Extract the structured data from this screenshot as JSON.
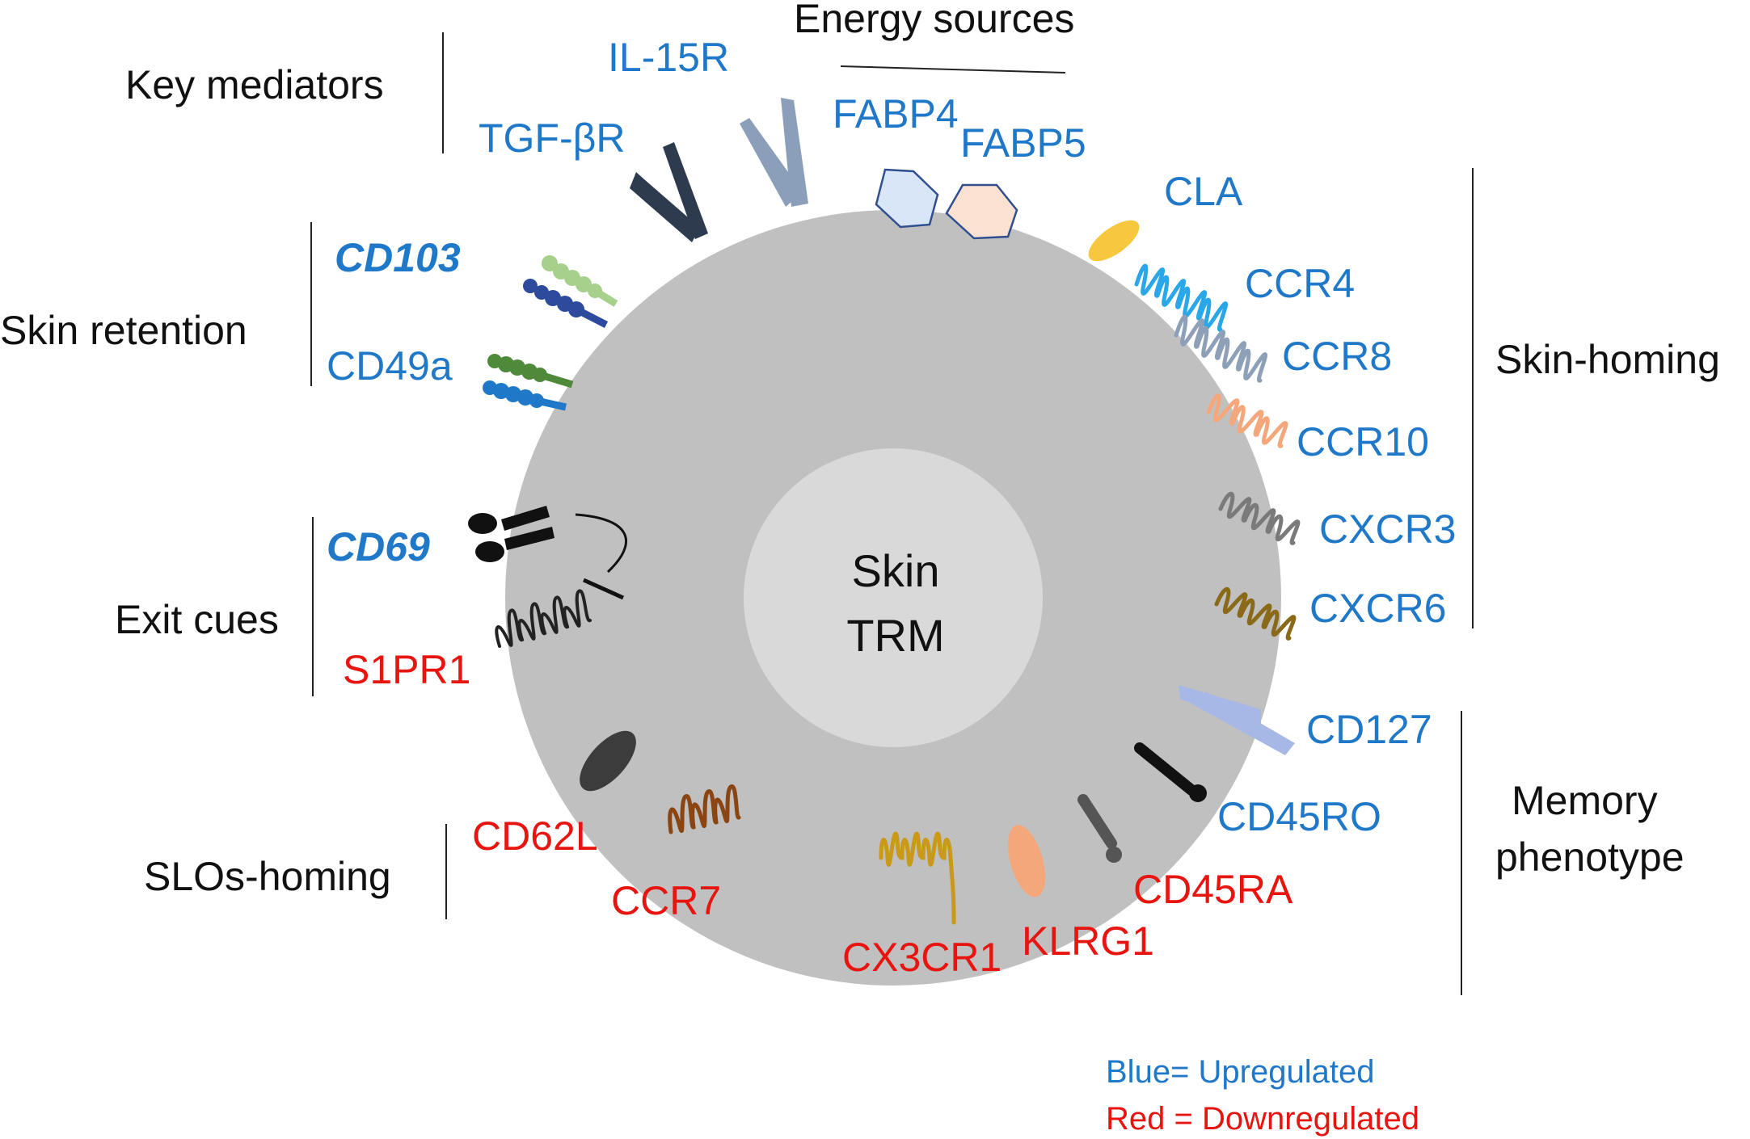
{
  "cell": {
    "line1": "Skin",
    "line2": "TRM"
  },
  "categories": {
    "energy": "Energy sources",
    "mediators": "Key mediators",
    "retention": "Skin retention",
    "exit": "Exit cues",
    "slo": "SLOs-homing",
    "homing": "Skin-homing",
    "memory1": "Memory",
    "memory2": "phenotype"
  },
  "markers": {
    "il15r": "IL-15R",
    "tgfbr": "TGF-βR",
    "fabp4": "FABP4",
    "fabp5": "FABP5",
    "cla": "CLA",
    "ccr4": "CCR4",
    "ccr8": "CCR8",
    "ccr10": "CCR10",
    "cxcr3": "CXCR3",
    "cxcr6": "CXCR6",
    "cd127": "CD127",
    "cd45ro": "CD45RO",
    "cd45ra": "CD45RA",
    "klrg1": "KLRG1",
    "cx3cr1": "CX3CR1",
    "ccr7": "CCR7",
    "cd62l": "CD62L",
    "s1pr1": "S1PR1",
    "cd69": "CD69",
    "cd49a": "CD49a",
    "cd103": "CD103"
  },
  "legend": {
    "blue": "Blue= Upregulated",
    "red": "Red = Downregulated"
  },
  "colors": {
    "upregulated": "#1f78c8",
    "downregulated": "#e8140f",
    "cell": "#c0c0c0",
    "nucleus": "#d9d9d9"
  }
}
